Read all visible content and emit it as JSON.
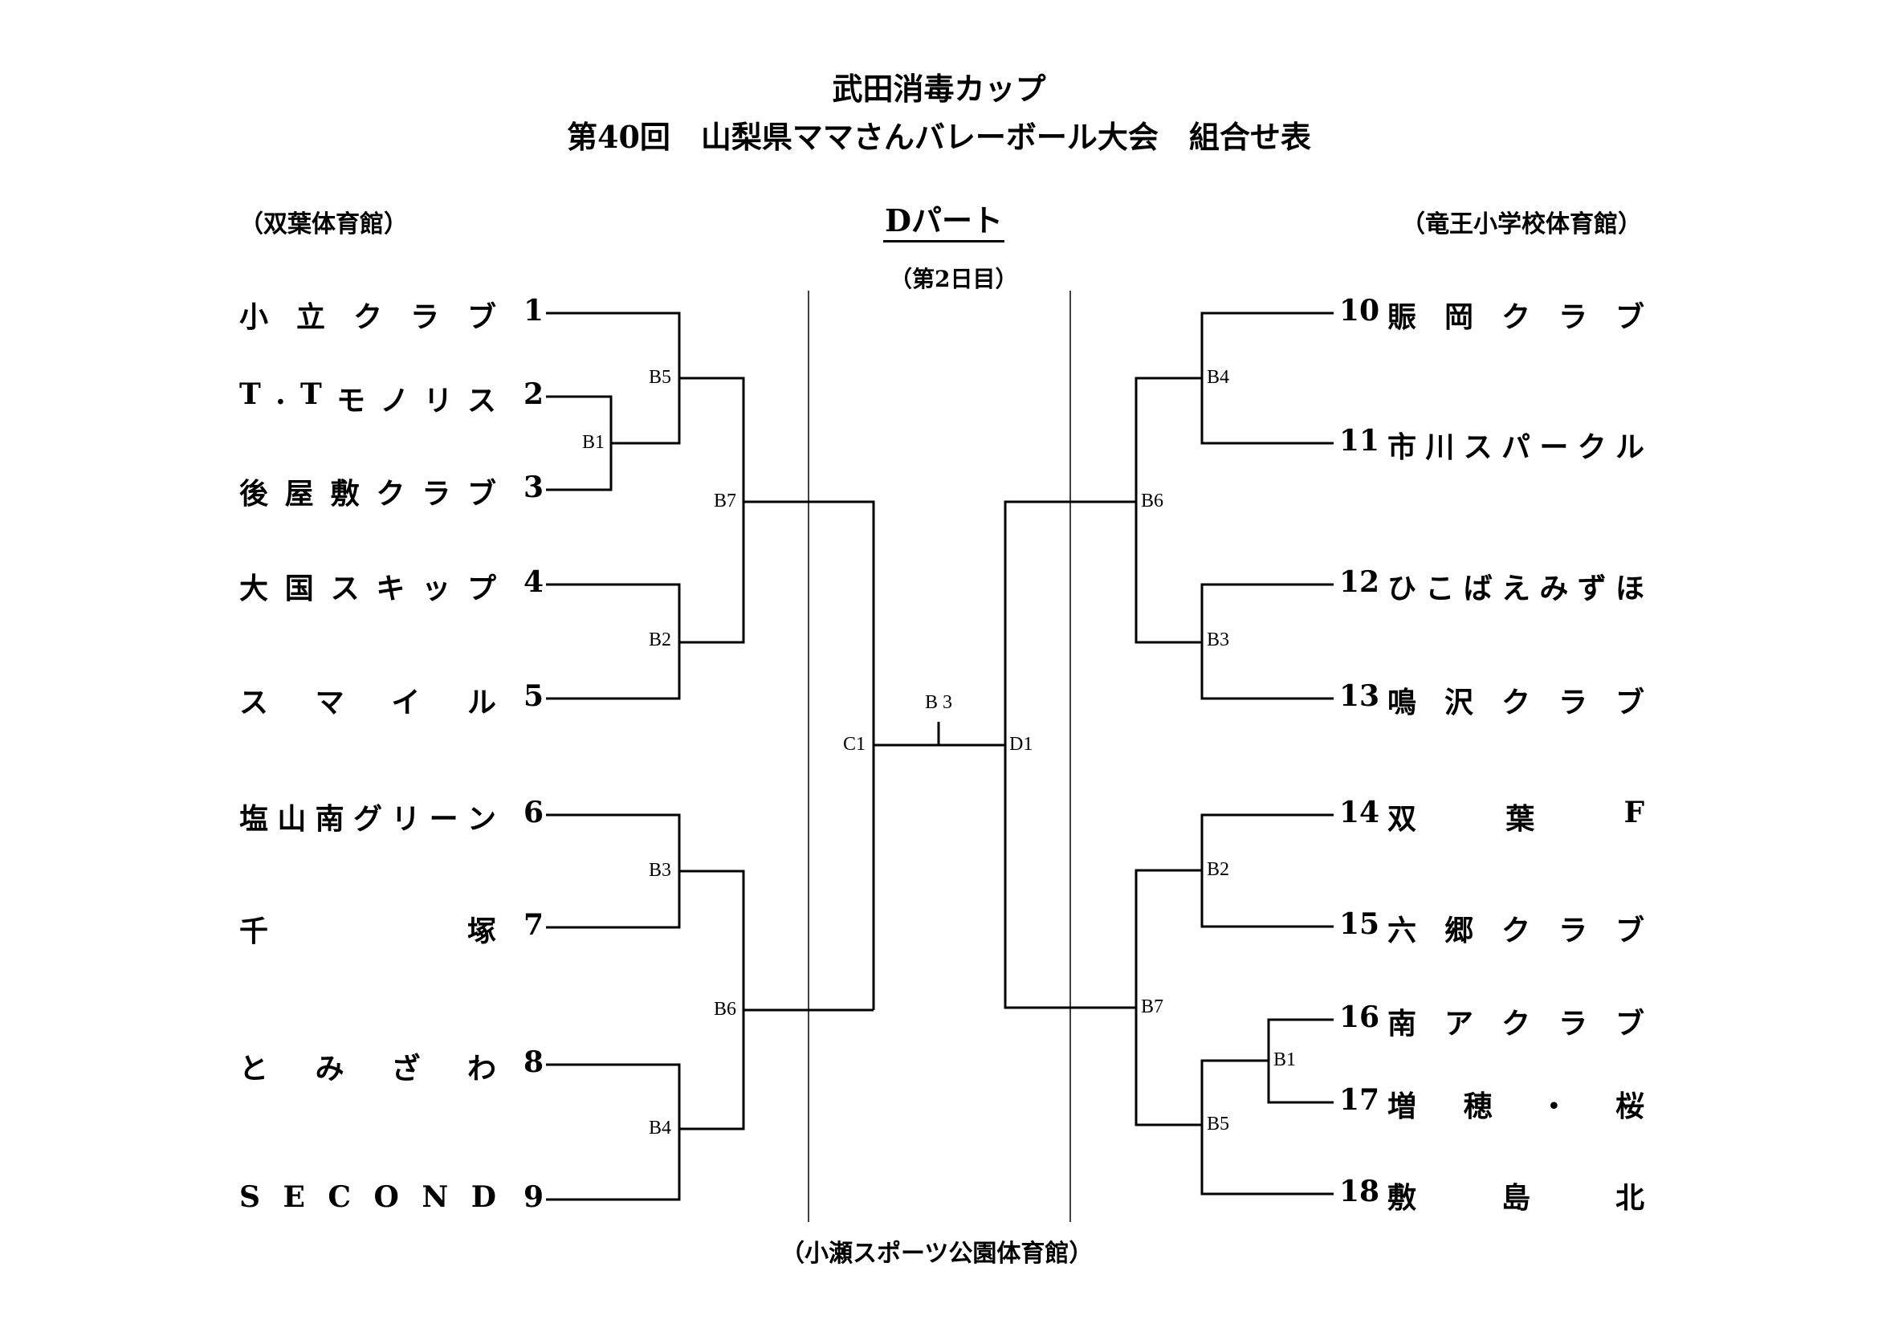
{
  "header": {
    "sponsor_title": "武田消毒カップ",
    "main_title": "第40回　山梨県ママさんバレーボール大会　組合せ表",
    "part": "Dパート",
    "day": "（第2日目）"
  },
  "venues": {
    "left": "（双葉体育館）",
    "right": "（竜王小学校体育館）",
    "center": "（小瀬スポーツ公園体育館）"
  },
  "left_teams": [
    {
      "seed": "1",
      "name": "小立クラブ"
    },
    {
      "seed": "2",
      "name": "T.Tモノリス"
    },
    {
      "seed": "3",
      "name": "後屋敷クラブ"
    },
    {
      "seed": "4",
      "name": "大国スキップ"
    },
    {
      "seed": "5",
      "name": "スマイル"
    },
    {
      "seed": "6",
      "name": "塩山南グリーン"
    },
    {
      "seed": "7",
      "name": "千塚"
    },
    {
      "seed": "8",
      "name": "とみざわ"
    },
    {
      "seed": "9",
      "name": "SECOND"
    }
  ],
  "right_teams": [
    {
      "seed": "10",
      "name": "賑岡クラブ"
    },
    {
      "seed": "11",
      "name": "市川スパークル"
    },
    {
      "seed": "12",
      "name": "ひこばえみずほ"
    },
    {
      "seed": "13",
      "name": "鳴沢クラブ"
    },
    {
      "seed": "14",
      "name": "双葉F"
    },
    {
      "seed": "15",
      "name": "六郷クラブ"
    },
    {
      "seed": "16",
      "name": "南アクラブ"
    },
    {
      "seed": "17",
      "name": "増穂・桜"
    },
    {
      "seed": "18",
      "name": "敷島北"
    }
  ],
  "left_matches": [
    "B1",
    "B5",
    "B2",
    "B7",
    "B3",
    "B4",
    "B6"
  ],
  "right_matches": [
    "B4",
    "B6",
    "B3",
    "B2",
    "B7",
    "B1",
    "B5"
  ],
  "final": {
    "left": "C1",
    "right": "D1",
    "court": "B 3"
  }
}
